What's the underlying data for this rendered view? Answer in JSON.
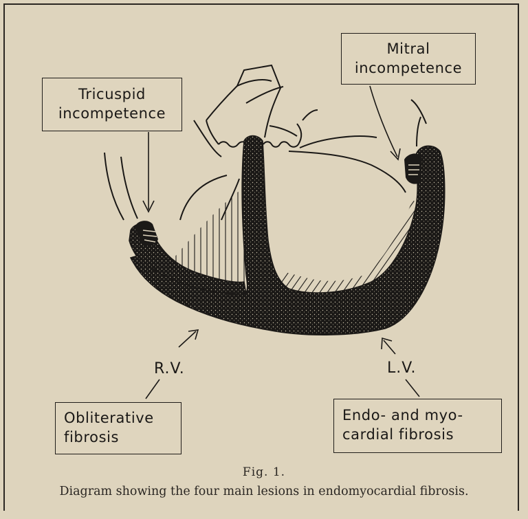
{
  "labels": {
    "tricuspid": [
      "Tricuspid",
      "incompetence"
    ],
    "mitral": [
      "Mitral",
      "incompetence"
    ],
    "obliterative": [
      "Obliterative",
      "fibrosis"
    ],
    "endo": [
      "Endo- and myo-",
      "cardial fibrosis"
    ],
    "rv": "R.V.",
    "lv": "L.V."
  },
  "figure": {
    "number": "Fig. 1.",
    "caption": "Diagram showing the four main lesions in endomyocardial fibrosis."
  },
  "colors": {
    "paper": "#ded4bd",
    "ink": "#1a1816"
  }
}
